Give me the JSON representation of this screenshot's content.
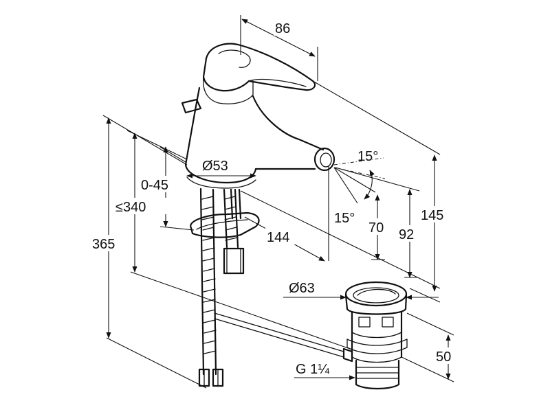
{
  "labels": {
    "width_86": "86",
    "angle_top": "15°",
    "angle_bottom": "15°",
    "dia_53": "Ø53",
    "range_0_45": "0-45",
    "max_340": "≤340",
    "len_144": "144",
    "h_70": "70",
    "h_92": "92",
    "h_145": "145",
    "h_365": "365",
    "dia_63": "Ø63",
    "h_50": "50",
    "thread_g": "G 1¼"
  }
}
